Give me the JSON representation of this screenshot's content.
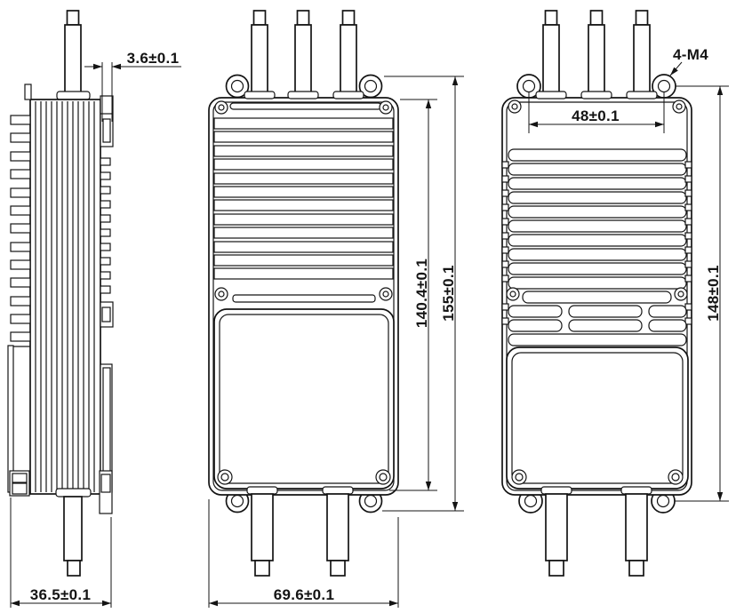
{
  "drawing": {
    "dims": {
      "flange_thickness": "3.6±0.1",
      "side_width": "36.5±0.1",
      "front_width": "69.6±0.1",
      "body_height": "140.4±0.1",
      "total_height": "155±0.1",
      "hole_spacing": "48±0.1",
      "back_height": "148±0.1",
      "hole_callout": "4-M4"
    }
  }
}
